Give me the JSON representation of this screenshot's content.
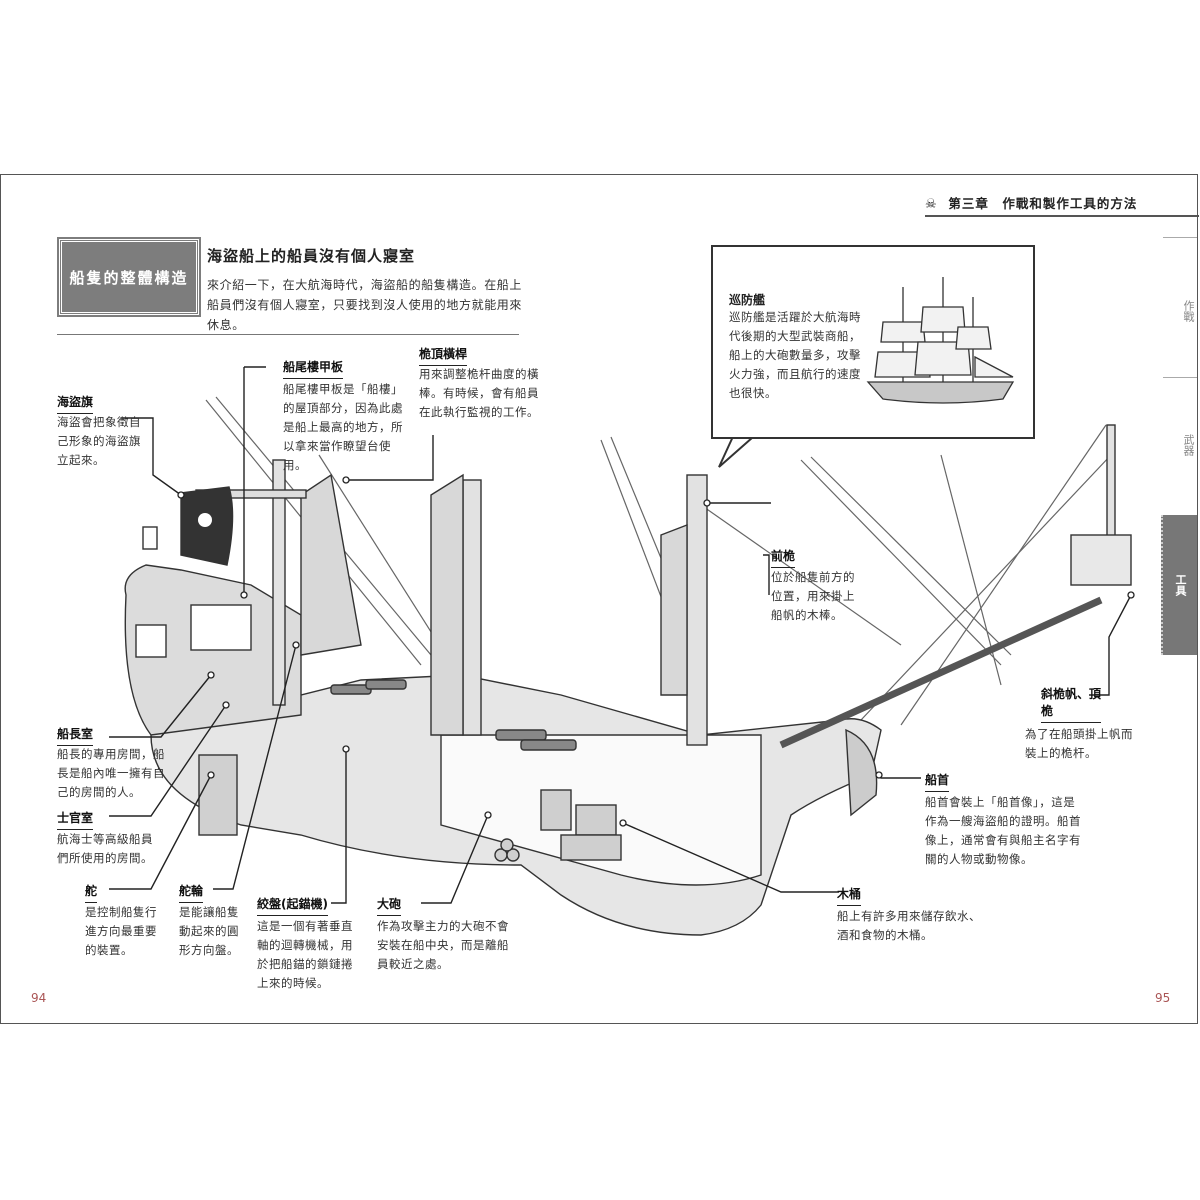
{
  "header": {
    "chapter": "第三章　作戰和製作工具的方法",
    "chapter_icon": "skull-crossbones-icon"
  },
  "side_tabs": [
    {
      "label": "作戰",
      "active": false
    },
    {
      "label": "武器",
      "active": false
    },
    {
      "label": "工具",
      "active": true
    }
  ],
  "section": {
    "title": "船隻的整體構造",
    "subtitle": "海盜船上的船員沒有個人寢室",
    "intro": "來介紹一下，在大航海時代，海盜船的船隻構造。在船上船員們沒有個人寢室，只要找到沒人使用的地方就能用來休息。"
  },
  "callouts": {
    "pirate_flag": {
      "title": "海盜旗",
      "text": "海盜會把象徵自己形象的海盜旗立起來。"
    },
    "poop_deck": {
      "title": "船尾樓甲板",
      "text": "船尾樓甲板是「船樓」的屋頂部分，因為此處是船上最高的地方，所以拿來當作瞭望台使用。"
    },
    "topmast_yard": {
      "title": "桅頂橫桿",
      "text": "用來調整桅杆曲度的橫棒。有時候，會有船員在此執行監視的工作。"
    },
    "frigate": {
      "title": "巡防艦",
      "text": "巡防艦是活躍於大航海時代後期的大型武裝商船，船上的大砲數量多，攻擊火力強，而且航行的速度也很快。"
    },
    "foremast": {
      "title": "前桅",
      "text": "位於船隻前方的位置，用來掛上船帆的木棒。"
    },
    "bowsprit": {
      "title": "斜桅帆、頂桅",
      "text": "為了在船頭掛上帆而裝上的桅杆。"
    },
    "figurehead": {
      "title": "船首",
      "text": "船首會裝上「船首像」，這是作為一艘海盜船的證明。船首像上，通常會有與船主名字有關的人物或動物像。"
    },
    "captain_cabin": {
      "title": "船長室",
      "text": "船長的專用房間，船長是船內唯一擁有自己的房間的人。"
    },
    "officer_room": {
      "title": "士官室",
      "text": "航海士等高級船員們所使用的房間。"
    },
    "rudder": {
      "title": "舵",
      "text": "是控制船隻行進方向最重要的裝置。"
    },
    "helm": {
      "title": "舵輪",
      "text": "是能讓船隻動起來的圓形方向盤。"
    },
    "capstan": {
      "title": "絞盤(起錨機)",
      "text": "這是一個有著垂直軸的迴轉機械，用於把船錨的鎖鏈捲上來的時候。"
    },
    "cannon": {
      "title": "大砲",
      "text": "作為攻擊主力的大砲不會安裝在船中央，而是離船員較近之處。"
    },
    "barrel": {
      "title": "木桶",
      "text": "船上有許多用來儲存飲水、酒和食物的木桶。"
    }
  },
  "page_numbers": {
    "left": "94",
    "right": "95"
  },
  "colors": {
    "title_box": "#7d7d7d",
    "page_number": "#aa5555",
    "active_tab": "#777777"
  }
}
